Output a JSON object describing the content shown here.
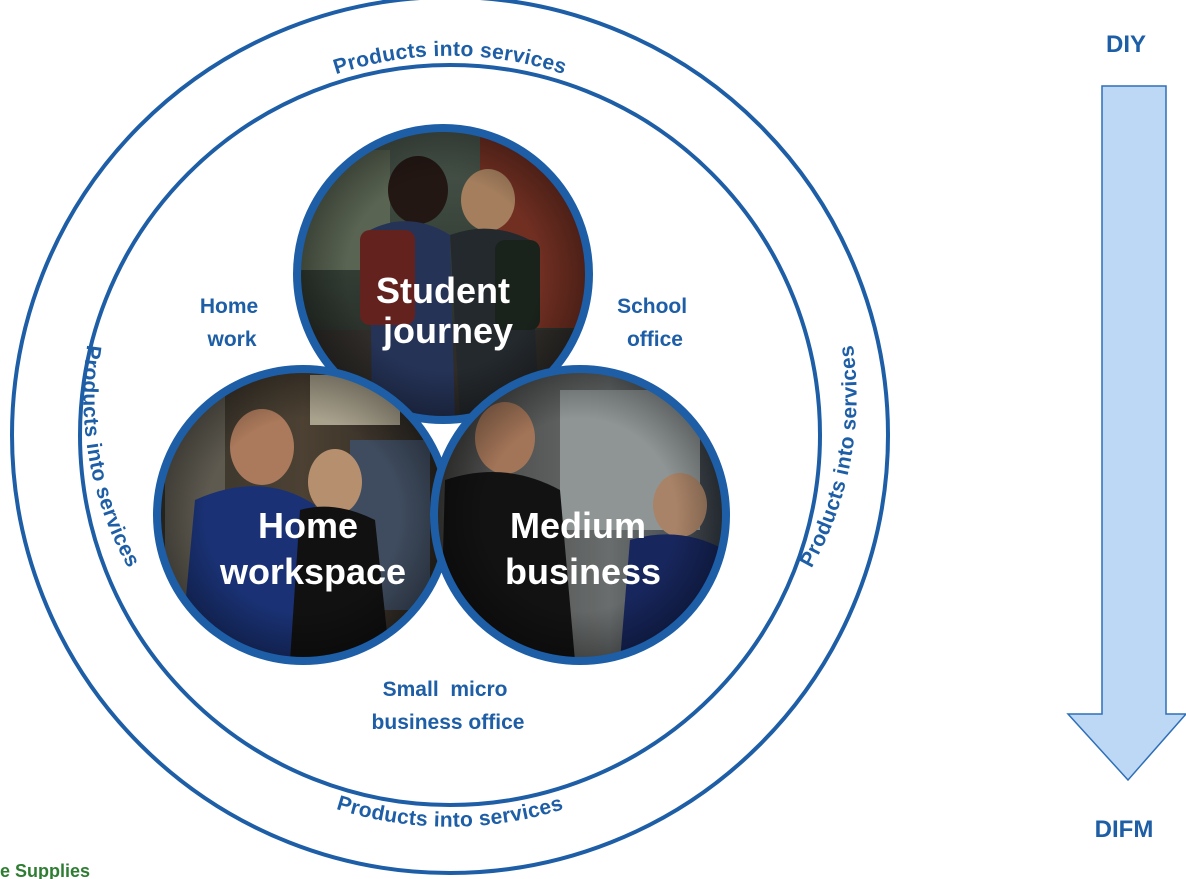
{
  "colors": {
    "primary_blue": "#1d5ea6",
    "arrow_fill": "#bcd8f5",
    "arrow_stroke": "#2f6fb8",
    "white": "#ffffff",
    "footer_green": "#2e7d32"
  },
  "ring": {
    "top_label": "Products into services",
    "left_label": "Products into services",
    "right_label": "Products into services",
    "bottom_label": "Products into services"
  },
  "segments": {
    "home_work": [
      "Home",
      "work"
    ],
    "school_office": [
      "School",
      "office"
    ],
    "small_micro_business_office": [
      "Small  micro",
      "business office"
    ]
  },
  "circles": {
    "student_journey": {
      "title_lines": [
        "Student",
        "journey"
      ],
      "photo_icon": "students-with-backpacks-photo"
    },
    "home_workspace": {
      "title_lines": [
        "Home",
        "workspace"
      ],
      "photo_icon": "store-staff-with-customer-photo"
    },
    "medium_business": {
      "title_lines": [
        "Medium",
        "business"
      ],
      "photo_icon": "business-handshake-photo"
    }
  },
  "scale": {
    "top_label": "DIY",
    "bottom_label": "DIFM",
    "arrow_icon": "arrow-down-icon"
  },
  "footer": {
    "partial_text": "e Supplies"
  }
}
